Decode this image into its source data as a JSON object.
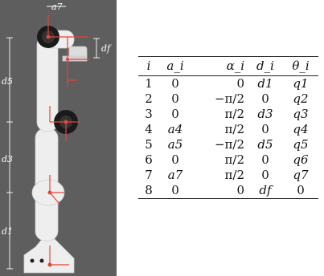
{
  "figure": {
    "labels": {
      "a7": "a7",
      "df": "df",
      "d5": "d5",
      "d3": "d3",
      "d1": "d1"
    }
  },
  "table": {
    "headers": [
      "i",
      "a_i",
      "α_i",
      "d_i",
      "θ_i"
    ],
    "rows": [
      [
        "1",
        "0",
        "0",
        "d1",
        "q1"
      ],
      [
        "2",
        "0",
        "−π/2",
        "0",
        "q2"
      ],
      [
        "3",
        "0",
        "π/2",
        "d3",
        "q3"
      ],
      [
        "4",
        "a4",
        "π/2",
        "0",
        "q4"
      ],
      [
        "5",
        "a5",
        "−π/2",
        "d5",
        "q5"
      ],
      [
        "6",
        "0",
        "π/2",
        "0",
        "q6"
      ],
      [
        "7",
        "a7",
        "π/2",
        "0",
        "q7"
      ],
      [
        "8",
        "0",
        "0",
        "df",
        "0"
      ]
    ]
  }
}
